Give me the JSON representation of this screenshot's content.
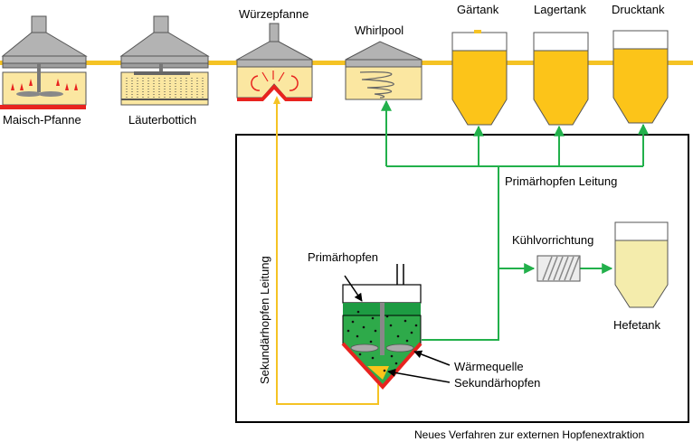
{
  "labels": {
    "maisch": "Maisch-Pfanne",
    "laeuter": "Läuterbottich",
    "wuerze": "Würzepfanne",
    "whirlpool": "Whirlpool",
    "gaer": "Gärtank",
    "lager": "Lagertank",
    "druck": "Drucktank",
    "primaer_leitung": "Primärhopfen Leitung",
    "kuehl": "Kühlvorrichtung",
    "hefe": "Hefetank",
    "sekundaer_leitung": "Sekundärhopfen Leitung",
    "primaerhopfen": "Primärhopfen",
    "waerme": "Wärmequelle",
    "sekundaerhopfen": "Sekundärhopfen",
    "caption": "Neues Verfahren zur externen Hopfenextraktion"
  },
  "colors": {
    "vessel_gray": "#b3b3b3",
    "mash_fill": "#fbe7a1",
    "beer_yellow": "#fcc419",
    "pipe_yellow": "#f5c324",
    "green_line": "#22b04b",
    "hop_green": "#2eaa4a",
    "heat_red": "#e8231f",
    "yeast_fill": "#f4ecac"
  }
}
